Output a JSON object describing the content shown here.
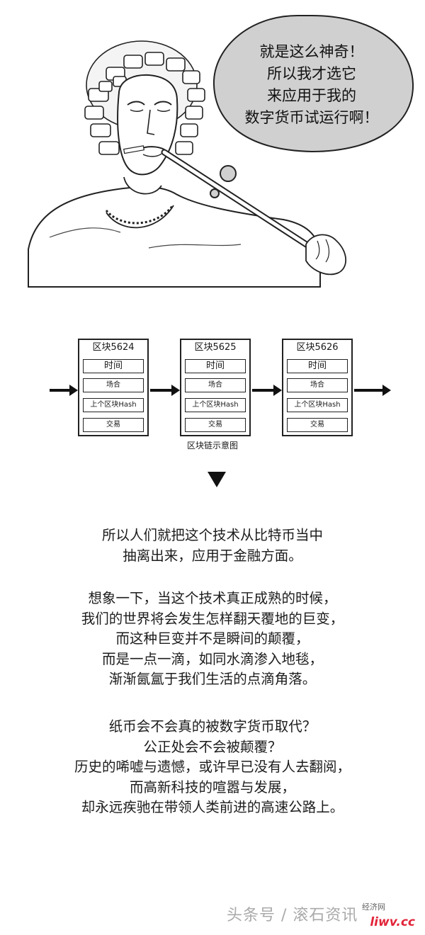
{
  "comic": {
    "speech_lines": [
      "就是这么神奇！",
      "所以我才选它",
      "来应用于我的",
      "数字货币试运行啊！"
    ]
  },
  "diagram": {
    "blocks": [
      {
        "title": "区块5624",
        "fields": [
          "时间",
          "场合",
          "上个区块Hash",
          "交易"
        ]
      },
      {
        "title": "区块5625",
        "fields": [
          "时间",
          "场合",
          "上个区块Hash",
          "交易"
        ]
      },
      {
        "title": "区块5626",
        "fields": [
          "时间",
          "场合",
          "上个区块Hash",
          "交易"
        ]
      }
    ],
    "caption": "区块链示意图"
  },
  "paragraphs": [
    [
      "所以人们就把这个技术从比特币当中",
      "抽离出来，应用于金融方面。"
    ],
    [
      "想象一下，当这个技术真正成熟的时候，",
      "我们的世界将会发生怎样翻天覆地的巨变，",
      "而这种巨变并不是瞬间的颠覆，",
      "而是一点一滴，如同水滴渗入地毯，",
      "渐渐氤氲于我们生活的点滴角落。"
    ],
    [
      "纸币会不会真的被数字货币取代？",
      "公正处会不会被颠覆？",
      "历史的唏嘘与遗憾，或许早已没有人去翻阅，",
      "而高新科技的喧嚣与发展，",
      "却永远疾驰在带领人类前进的高速公路上。"
    ]
  ],
  "footer": {
    "watermark": "头条号 / 滚石资讯",
    "site_small": "经济网",
    "site_logo": "liwv.cc"
  }
}
